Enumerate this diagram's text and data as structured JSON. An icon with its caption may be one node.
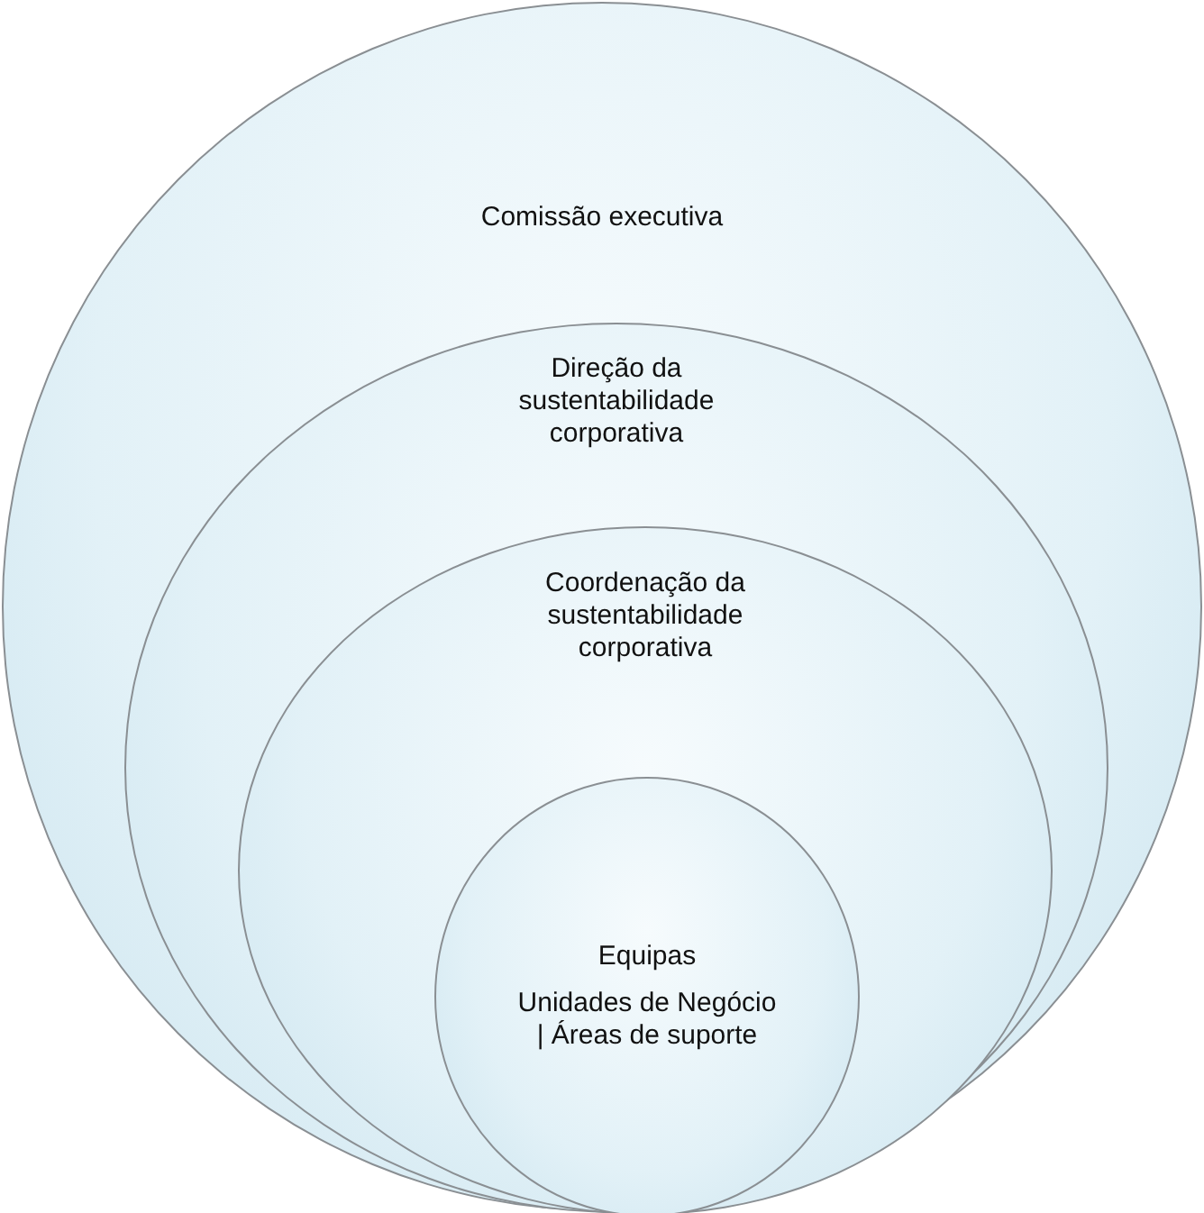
{
  "diagram": {
    "nodes": [
      {
        "text": [
          "Comissão executiva"
        ]
      },
      {
        "text": [
          "Direção da sustentabilidade corporativa"
        ],
        "in": 0
      },
      {
        "text": [
          "Coordenação da sustentabilidade corporativa"
        ],
        "in": 1
      },
      {
        "text": [
          "Equipas",
          "Unidades de Negócio | Áreas de suporte"
        ],
        "in": 2
      }
    ]
  }
}
